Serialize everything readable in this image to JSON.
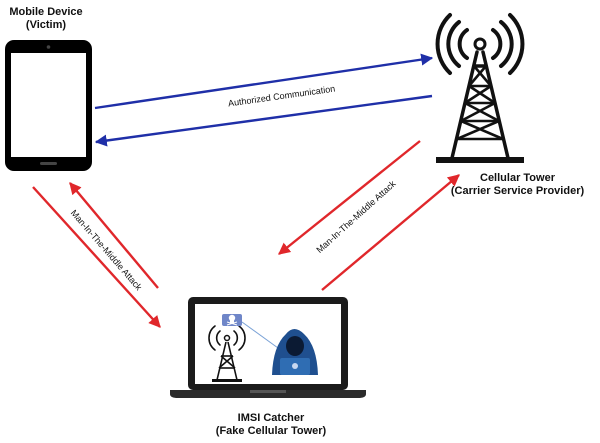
{
  "nodes": {
    "mobile": {
      "title": "Mobile Device",
      "subtitle": "(Victim)"
    },
    "tower": {
      "title": "Cellular Tower",
      "subtitle": "(Carrier Service Provider)"
    },
    "imsi": {
      "title": "IMSI Catcher",
      "subtitle": "(Fake Cellular Tower)"
    }
  },
  "edges": {
    "authorized": "Authorized Communication",
    "mitm_left": "Man-In-The-Middle Attack",
    "mitm_right": "Man-In-The-Middle Attack"
  },
  "colors": {
    "authorized": "#1f2fa8",
    "attack": "#e0272b",
    "device": "#000000",
    "hacker": "#1f4f8f"
  },
  "icons": {
    "mobile": "smartphone-icon",
    "tower": "cell-tower-icon",
    "laptop": "laptop-icon",
    "fake_tower": "small-cell-tower-icon",
    "hacker": "hooded-hacker-icon",
    "skull": "skull-icon"
  }
}
